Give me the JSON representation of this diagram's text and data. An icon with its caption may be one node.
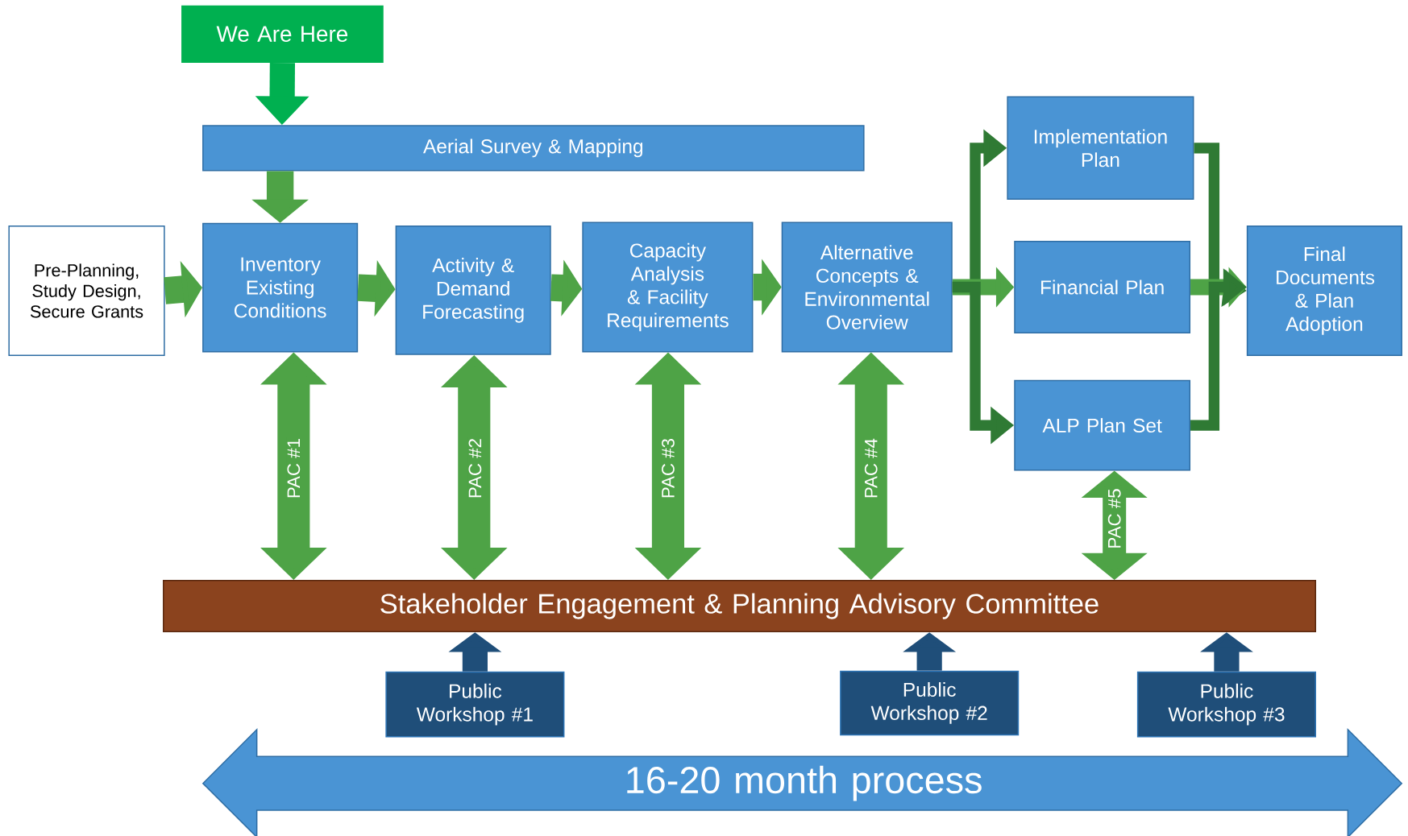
{
  "diagram": {
    "nodes": [
      {
        "text": [
          "We Are Here"
        ]
      },
      {
        "text": [
          "Aerial Survey & Mapping"
        ]
      },
      {
        "text": [
          "Pre-Planning, Study Design, Secure Grants"
        ]
      },
      {
        "text": [
          "Inventory Existing Conditions"
        ]
      },
      {
        "text": [
          "Activity & Demand Forecasting"
        ]
      },
      {
        "text": [
          "Capacity Analysis & Facility Requirements"
        ]
      },
      {
        "text": [
          "Alternative Concepts & Environmental Overview"
        ]
      },
      {
        "text": [
          "Implementation Plan"
        ]
      },
      {
        "text": [
          "Financial Plan"
        ]
      },
      {
        "text": [
          "ALP Plan Set"
        ]
      },
      {
        "text": [
          "Final Documents & Plan Adoption"
        ]
      },
      {
        "text": [
          "Stakeholder Engagement & Planning Advisory Committee"
        ]
      },
      {
        "text": [
          "Public Workshop #1"
        ]
      },
      {
        "text": [
          "Public Workshop #2"
        ]
      },
      {
        "text": [
          "Public Workshop #3"
        ]
      },
      {
        "text": [
          "16-20 month process"
        ]
      }
    ],
    "edges": [
      {
        "from": 0,
        "to": 1,
        "arrow": "to",
        "color": "#00b050"
      },
      {
        "from": 1,
        "to": 3,
        "arrow": "to"
      },
      {
        "from": 2,
        "to": 3,
        "arrow": "to"
      },
      {
        "from": 3,
        "to": 4,
        "arrow": "to"
      },
      {
        "from": 4,
        "to": 5,
        "arrow": "to"
      },
      {
        "from": 5,
        "to": 6,
        "arrow": "to"
      },
      {
        "from": 6,
        "to": 7,
        "arrow": "to",
        "color": "#2f7a34"
      },
      {
        "from": 6,
        "to": 8,
        "arrow": "to"
      },
      {
        "from": 6,
        "to": 9,
        "arrow": "to",
        "color": "#2f7a34"
      },
      {
        "from": 7,
        "to": 10,
        "arrow": "to",
        "color": "#2f7a34"
      },
      {
        "from": 8,
        "to": 10,
        "arrow": "to"
      },
      {
        "from": 9,
        "to": 10,
        "arrow": "to",
        "color": "#2f7a34"
      },
      {
        "from": 3,
        "to": 11,
        "arrow": "both",
        "label": "PAC #1"
      },
      {
        "from": 4,
        "to": 11,
        "arrow": "both",
        "label": "PAC #2"
      },
      {
        "from": 5,
        "to": 11,
        "arrow": "both",
        "label": "PAC #3"
      },
      {
        "from": 6,
        "to": 11,
        "arrow": "both",
        "label": "PAC #4"
      },
      {
        "from": 9,
        "to": 11,
        "arrow": "both",
        "label": "PAC #5"
      },
      {
        "from": 12,
        "to": 11,
        "arrow": "to",
        "color": "#1f4e79"
      },
      {
        "from": 13,
        "to": 11,
        "arrow": "to",
        "color": "#1f4e79"
      },
      {
        "from": 14,
        "to": 11,
        "arrow": "to",
        "color": "#1f4e79"
      }
    ]
  }
}
